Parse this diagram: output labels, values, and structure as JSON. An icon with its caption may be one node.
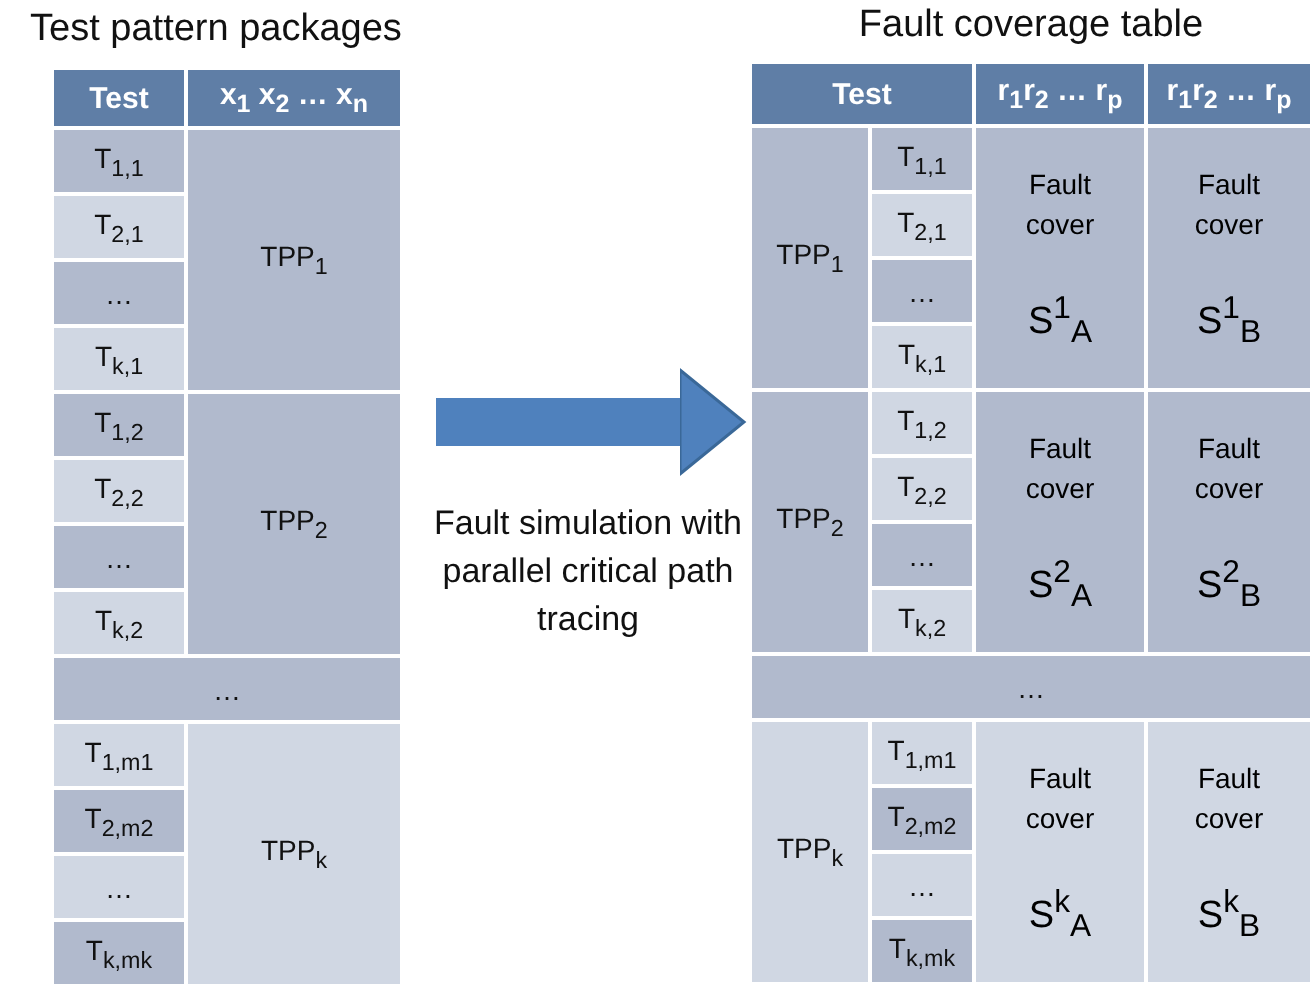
{
  "diagram": {
    "nodes": [
      {
        "text": [
          "Test pattern packages"
        ]
      },
      {
        "text": [
          "Fault coverage table"
        ]
      }
    ],
    "edges": [
      {
        "from": 0,
        "to": 1,
        "arrow": "to",
        "label": "Fault simulation with parallel critical path tracing"
      }
    ],
    "labels": [
      "Test",
      "x$_{1}$ x$_{2}$ … x$_{n}$",
      "T$_{1,1}$",
      "TPP$_{1}$",
      "T$_{2,1}$",
      "…",
      "T$_{k,1}$",
      "T$_{1,2}$",
      "TPP$_{2}$",
      "T$_{2,2}$",
      "…",
      "T$_{k,2}$",
      "…",
      "T$_{1,m1}$",
      "TPP$_{k}$",
      "T$_{2,m2}$",
      "…",
      "T$_{k,mk}$",
      "Test",
      "r$_{1}$r$_{2}$ … r$_{p}$",
      "r$_{1}$r$_{2}$ … r$_{p}$",
      "TPP$_{1}$",
      "T$_{1,1}$",
      "Fault cover",
      "Fault cover",
      "T$_{2,1}$",
      "…",
      "S$^{1}$$_{A}$",
      "S$^{1}$$_{B}$",
      "T$_{k,1}$",
      "TPP$_{2}$",
      "T$_{1,2}$",
      "Fault cover",
      "Fault cover",
      "T$_{2,2}$",
      "…",
      "S$^{2}$$_{A}$",
      "S$^{2}$$_{B}$",
      "T$_{k,2}$",
      "…",
      "TPP$_{k}$",
      "T$_{1,m1}$",
      "Fault cover",
      "Fault cover",
      "T$_{2,m2}$",
      "…",
      "S$^{k}$$_{A}$",
      "S$^{k}$$_{B}$",
      "T$_{k,mk}$"
    ]
  }
}
